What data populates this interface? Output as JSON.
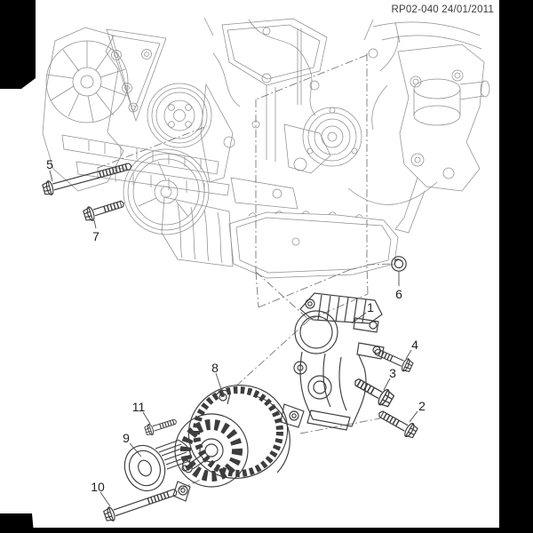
{
  "document": {
    "ref_code": "RP02-040 24/01/2011"
  },
  "diagram": {
    "type": "exploded-parts-diagram",
    "subject": "engine front accessory drive - generator mounting bracket, generator, pulley and fasteners",
    "callouts": [
      {
        "label": "1"
      },
      {
        "label": "2"
      },
      {
        "label": "3"
      },
      {
        "label": "4"
      },
      {
        "label": "5"
      },
      {
        "label": "6"
      },
      {
        "label": "7"
      },
      {
        "label": "8"
      },
      {
        "label": "9"
      },
      {
        "label": "10"
      },
      {
        "label": "11"
      }
    ]
  },
  "colors": {
    "background": "#ffffff",
    "engine_line": "#8f8f8f",
    "part_line": "#3d3d3d",
    "label_text": "#1f1f1f",
    "scan_border": "#000000"
  }
}
